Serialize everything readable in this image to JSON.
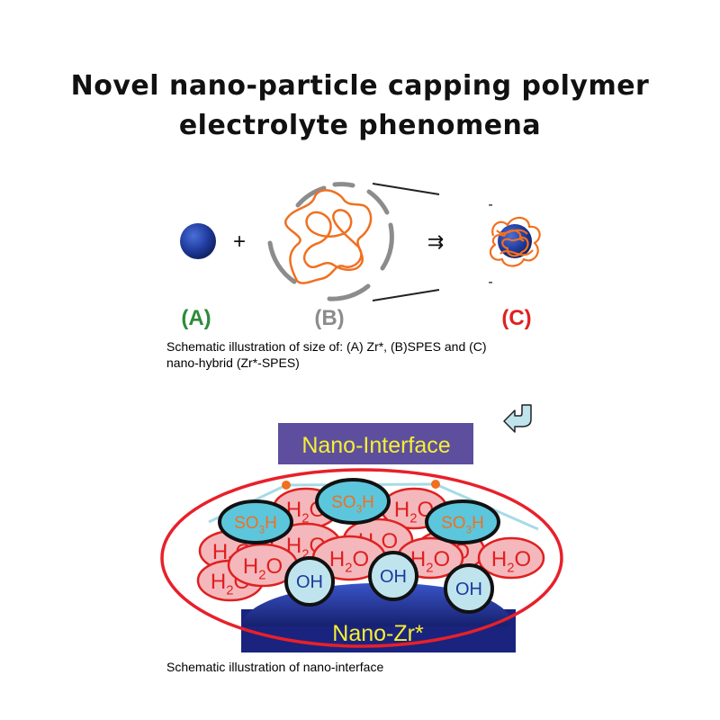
{
  "title": {
    "line1": "Novel nano-particle capping polymer",
    "line2": "electrolyte phenomena"
  },
  "top_diagram": {
    "plus_sign": "+",
    "arrow_glyph": "⇉",
    "label_a": "(A)",
    "label_b": "(B)",
    "label_c": "(C)",
    "tick_top": "-",
    "tick_bottom": "-",
    "caption_line1": "Schematic illustration of size of: (A) Zr*, (B)SPES and (C)",
    "caption_line2": "nano-hybrid (Zr*-SPES)"
  },
  "bottom_diagram": {
    "interface_label": "Nano-Interface",
    "zr_label": "Nano-Zr*",
    "water_main": "H",
    "water_sub": "2",
    "water_end": "O",
    "sulfo_main": "SO",
    "sulfo_sub": "3",
    "sulfo_end": "H",
    "hydroxyl": "OH",
    "caption": "Schematic illustration of nano-interface"
  },
  "colors": {
    "label_a": "#2e8b3a",
    "label_b": "#8c8c8c",
    "label_c": "#e02020",
    "particle": "#1f3a9c",
    "polymer": "#f07020",
    "interface_box": "#5d4f9e",
    "interface_text": "#f5f032",
    "zr_block": "#1a237e",
    "ellipse_red": "#e8202a",
    "water_fill": "#f4b8bc",
    "water_text": "#e02020",
    "sulfo_fill": "#5cc6dc",
    "sulfo_text": "#f07020",
    "oh_fill": "#bfe4ee",
    "oh_text": "#1a3a9c"
  }
}
